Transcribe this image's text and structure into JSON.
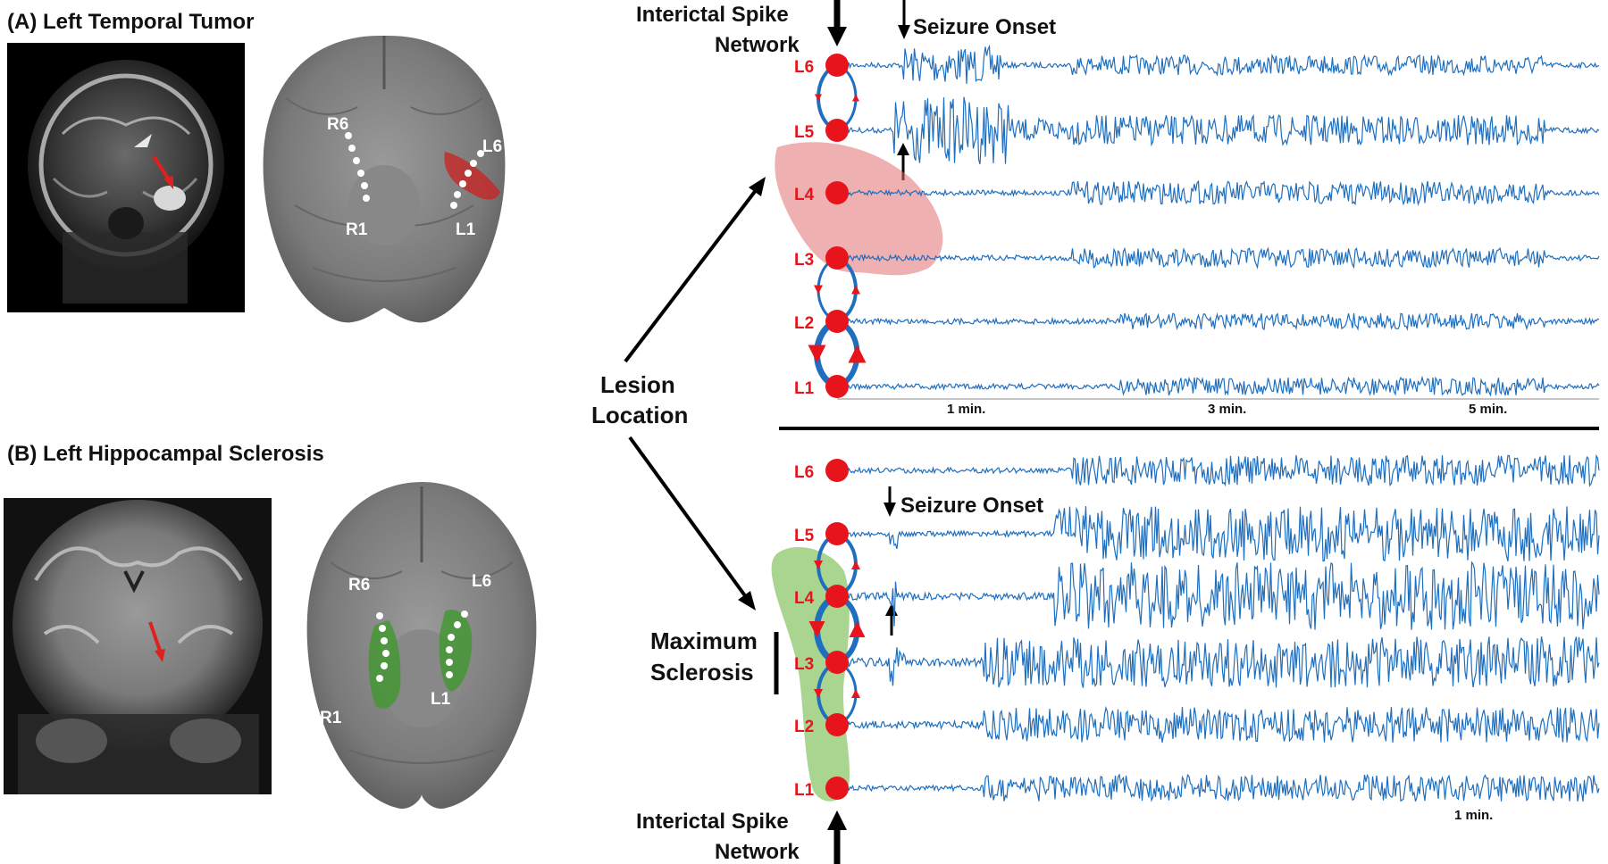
{
  "panel_a": {
    "title": "(A) Left Temporal Tumor",
    "brain_labels": [
      "R6",
      "R1",
      "L6",
      "L1"
    ],
    "mri_arrow_color": "#e0201f",
    "lesion_color": "#cc2020"
  },
  "panel_b": {
    "title": "(B) Left Hippocampal Sclerosis",
    "brain_labels": [
      "R6",
      "R1",
      "L6",
      "L1"
    ],
    "mri_arrow_color": "#e0201f",
    "lesion_color": "#3c9a2a"
  },
  "center": {
    "lesion_location": [
      "Lesion",
      "Location"
    ]
  },
  "top_eeg": {
    "network_label": [
      "Interictal Spike",
      "Network"
    ],
    "seizure_onset": "Seizure Onset",
    "channels": [
      "L6",
      "L5",
      "L4",
      "L3",
      "L2",
      "L1"
    ],
    "time_labels": [
      "1 min.",
      "3 min.",
      "5 min."
    ],
    "trace_color": "#1f6fbf",
    "node_color": "#e8141b"
  },
  "bottom_eeg": {
    "network_label": [
      "Interictal Spike",
      "Network"
    ],
    "seizure_onset": "Seizure Onset",
    "sclerosis_label": [
      "Maximum",
      "Sclerosis"
    ],
    "channels": [
      "L6",
      "L5",
      "L4",
      "L3",
      "L2",
      "L1"
    ],
    "time_labels": [
      "1 min."
    ],
    "trace_color": "#1f6fbf",
    "node_color": "#e8141b"
  }
}
